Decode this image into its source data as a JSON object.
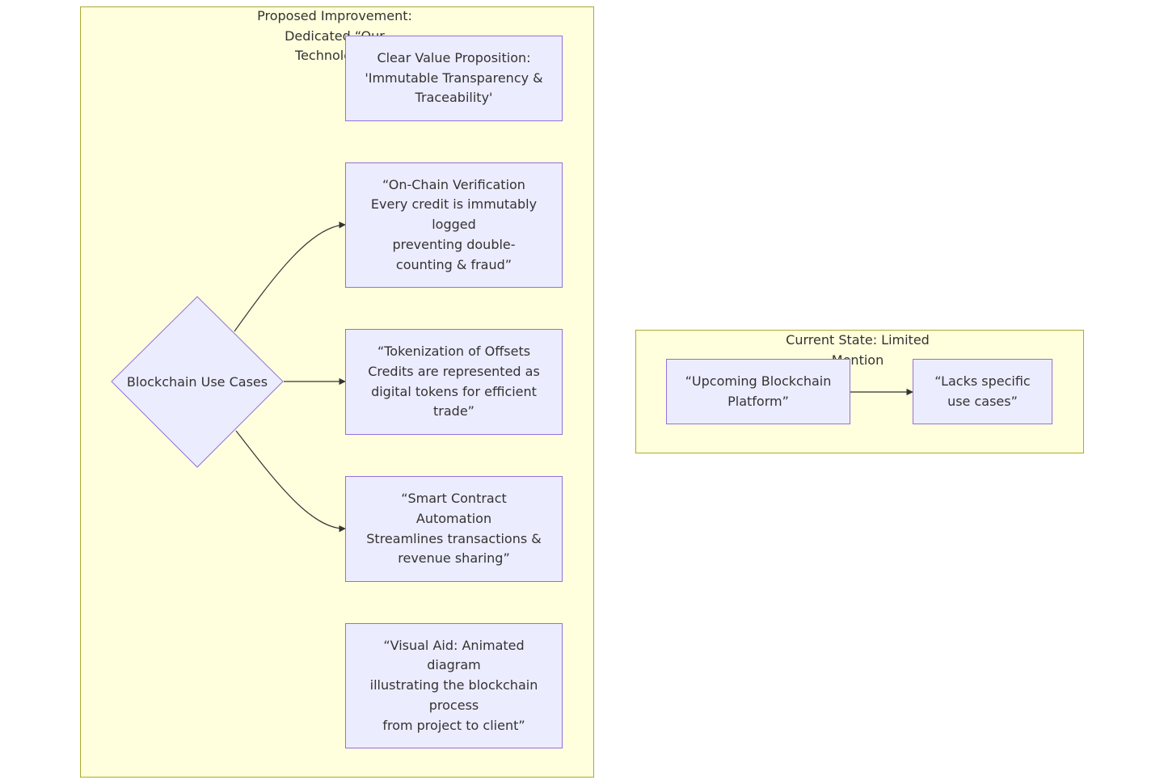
{
  "clusters": {
    "proposed": {
      "title": "Proposed Improvement:\nDedicated “Our\nTechnology”"
    },
    "current": {
      "title": "Current State: Limited\nMention"
    }
  },
  "nodes": {
    "decision": "Blockchain Use Cases",
    "value_prop": "Clear Value Proposition:\n'Immutable Transparency &\nTraceability'",
    "onchain": "“On-Chain Verification\nEvery credit is immutably\nlogged\npreventing double-\ncounting & fraud”",
    "tokenization": "“Tokenization of Offsets\nCredits are represented as\ndigital tokens for efficient\ntrade”",
    "smart_contract": "“Smart Contract\nAutomation\nStreamlines transactions &\nrevenue sharing”",
    "visual_aid": "“Visual Aid: Animated\ndiagram\nillustrating the blockchain\nprocess\nfrom project to client”",
    "upcoming": "“Upcoming Blockchain\nPlatform”",
    "lacks": "“Lacks specific\nuse cases”"
  },
  "colors": {
    "cluster_fill": "#ffffde",
    "cluster_border": "#aaaa33",
    "node_fill": "#ececff",
    "node_border": "#9370db",
    "edge": "#333333"
  }
}
